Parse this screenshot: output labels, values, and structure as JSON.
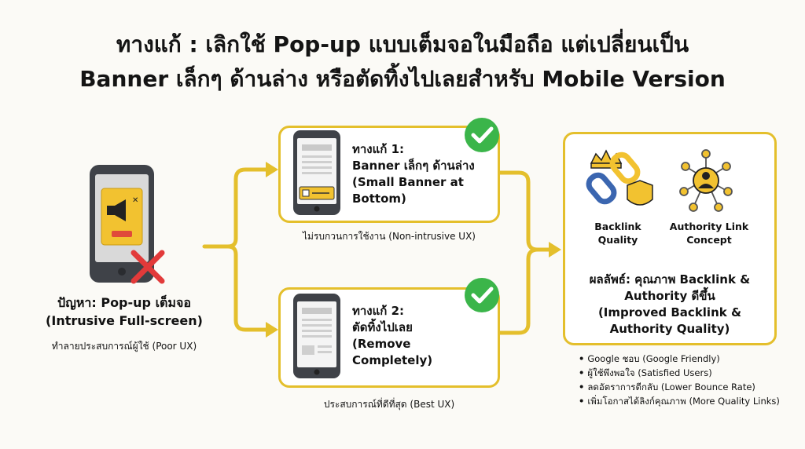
{
  "title": {
    "line1": "ทางแก้ : เลิกใช้ Pop-up แบบเต็มจอในมือถือ แต่เปลี่ยนเป็น",
    "line2": "Banner เล็กๆ ด้านล่าง หรือตัดทิ้งไปเลยสำหรับ Mobile Version"
  },
  "problem": {
    "line1": "ปัญหา: Pop-up เต็มจอ",
    "line2": "(Intrusive Full-screen)",
    "caption": "ทำลายประสบการณ์ผู้ใช้ (Poor UX)"
  },
  "solution1": {
    "line1": "ทางแก้ 1:",
    "line2": "Banner เล็กๆ ด้านล่าง",
    "line3": "(Small Banner at",
    "line4": "Bottom)",
    "caption": "ไม่รบกวนการใช้งาน (Non-intrusive UX)"
  },
  "solution2": {
    "line1": "ทางแก้ 2:",
    "line2": "ตัดทิ้งไปเลย",
    "line3": "(Remove",
    "line4": "Completely)",
    "caption": "ประสบการณ์ที่ดีที่สุด (Best UX)"
  },
  "result": {
    "icon1_label1": "Backlink",
    "icon1_label2": "Quality",
    "icon2_label1": "Authority Link",
    "icon2_label2": "Concept",
    "line1": "ผลลัพธ์: คุณภาพ Backlink &",
    "line2": "Authority ดีขึ้น",
    "line3": "(Improved Backlink &",
    "line4": "Authority Quality)"
  },
  "benefits": [
    "Google ชอบ (Google Friendly)",
    "ผู้ใช้พึงพอใจ (Satisfied Users)",
    "ลดอัตราการตีกลับ (Lower Bounce Rate)",
    "เพิ่มโอกาสได้ลิงก์คุณภาพ (More Quality Links)"
  ],
  "colors": {
    "accent": "#e4bf2c",
    "check": "#3bb54a",
    "cross": "#e23a3a",
    "phone": "#3f4248"
  }
}
